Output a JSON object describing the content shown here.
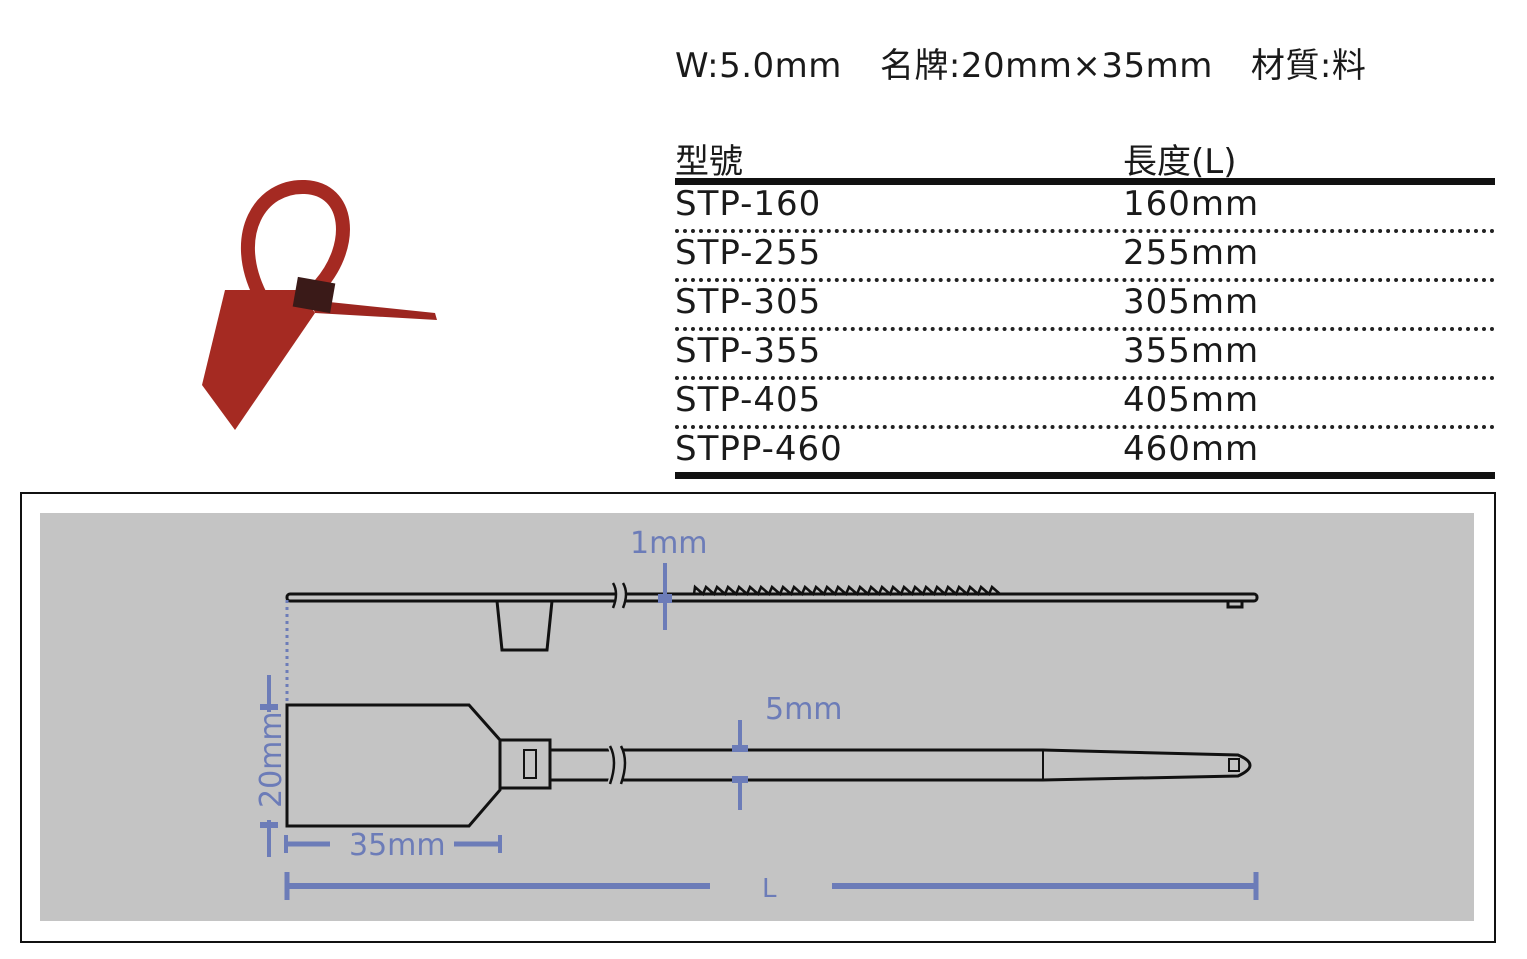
{
  "specs": {
    "width": "W:5.0mm",
    "tag": "名牌:20mm×35mm",
    "material": "材質:料"
  },
  "table": {
    "headers": [
      "型號",
      "長度(L)"
    ],
    "rows": [
      {
        "model": "STP-160",
        "length": "160mm"
      },
      {
        "model": "STP-255",
        "length": "255mm"
      },
      {
        "model": "STP-305",
        "length": "305mm"
      },
      {
        "model": "STP-355",
        "length": "355mm"
      },
      {
        "model": "STP-405",
        "length": "405mm"
      },
      {
        "model": "STPP-460",
        "length": "460mm"
      }
    ]
  },
  "diagram": {
    "thickness": "1mm",
    "strap_width": "5mm",
    "tag_height": "20mm",
    "tag_length": "35mm",
    "length": "L"
  },
  "colors": {
    "product": "#a52a22",
    "dimension": "#6c7cb8",
    "background": "#c4c4c4"
  }
}
